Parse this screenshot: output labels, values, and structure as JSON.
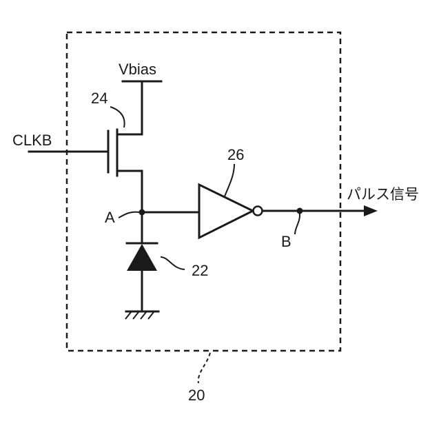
{
  "labels": {
    "vbias": "Vbias",
    "clkb": "CLKB",
    "node_a": "A",
    "node_b": "B",
    "output": "パルス信号",
    "ref_transistor": "24",
    "ref_diode": "22",
    "ref_inverter": "26",
    "ref_block": "20"
  },
  "colors": {
    "ink": "#1a1a1a",
    "background": "#ffffff"
  }
}
